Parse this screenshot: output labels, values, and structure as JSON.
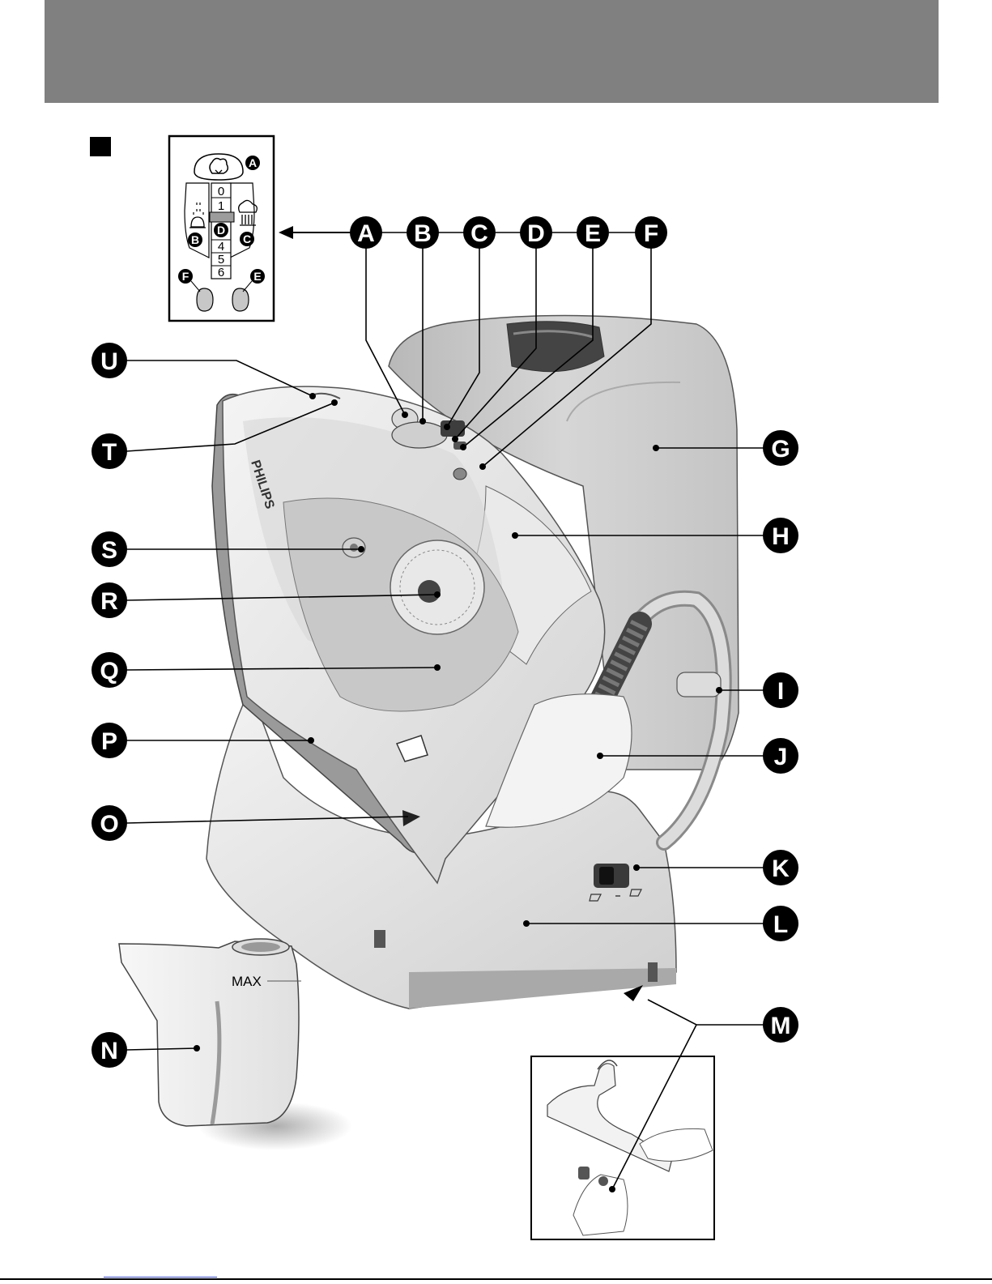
{
  "labels": {
    "A": "A",
    "B": "B",
    "C": "C",
    "D": "D",
    "E": "E",
    "F": "F",
    "G": "G",
    "H": "H",
    "I": "I",
    "J": "J",
    "K": "K",
    "L": "L",
    "M": "M",
    "N": "N",
    "O": "O",
    "P": "P",
    "Q": "Q",
    "R": "R",
    "S": "S",
    "T": "T",
    "U": "U"
  },
  "panel": {
    "scale": [
      "0",
      "1",
      "",
      "4",
      "5",
      "6"
    ],
    "labels": {
      "A": "A",
      "B": "B",
      "C": "C",
      "D": "D",
      "E": "E",
      "F": "F"
    }
  },
  "jug": {
    "max_label": "MAX"
  },
  "iron": {
    "brand": "PHILIPS"
  },
  "colors": {
    "callout": "#000000",
    "header": "#808080",
    "body": "#e6e6e6",
    "tank": "#c9c9c9"
  }
}
